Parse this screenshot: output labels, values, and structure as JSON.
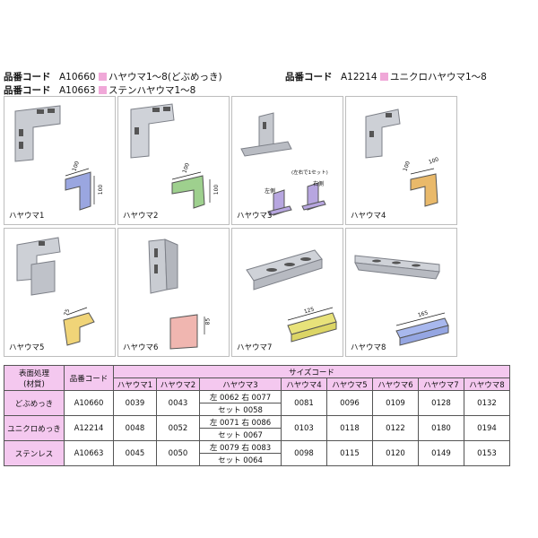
{
  "header": {
    "rows": [
      {
        "label": "品番コード",
        "code": "A10660",
        "name": "ハヤウマ1～8(どぶめっき)"
      },
      {
        "label": "品番コード",
        "code": "A12214",
        "name": "ユニクロハヤウマ1～8"
      },
      {
        "label": "品番コード",
        "code": "A10663",
        "name": "ステンハヤウマ1～8"
      }
    ]
  },
  "products": [
    {
      "name": "ハヤウマ1",
      "dims": [
        "100",
        "100"
      ],
      "color": "#9aa6e0"
    },
    {
      "name": "ハヤウマ2",
      "dims": [
        "100",
        "100"
      ],
      "color": "#9ed08e"
    },
    {
      "name": "ハヤウマ3",
      "dims": [
        "(左右で1セット)",
        "左側",
        "右側"
      ],
      "color": "#b7a6e0"
    },
    {
      "name": "ハヤウマ4",
      "dims": [
        "100",
        "100"
      ],
      "color": "#e9b96a"
    },
    {
      "name": "ハヤウマ5",
      "dims": [
        "75"
      ],
      "color": "#f0d478"
    },
    {
      "name": "ハヤウマ6",
      "dims": [
        "85"
      ],
      "color": "#f0b6b0"
    },
    {
      "name": "ハヤウマ7",
      "dims": [
        "125"
      ],
      "color": "#e8e27a"
    },
    {
      "name": "ハヤウマ8",
      "dims": [
        "165"
      ],
      "color": "#a8b8ee"
    }
  ],
  "table": {
    "h_surface": "表面処理",
    "h_material": "(材質)",
    "h_code": "品番コード",
    "h_size": "サイズコード",
    "cols": [
      "ハヤウマ1",
      "ハヤウマ2",
      "ハヤウマ3",
      "ハヤウマ4",
      "ハヤウマ5",
      "ハヤウマ6",
      "ハヤウマ7",
      "ハヤウマ8"
    ],
    "rows": [
      {
        "finish": "どぶめっき",
        "code": "A10660",
        "c1": "0039",
        "c2": "0043",
        "lr": "左 0062  右 0077",
        "set": "セット 0058",
        "c4": "0081",
        "c5": "0096",
        "c6": "0109",
        "c7": "0128",
        "c8": "0132"
      },
      {
        "finish": "ユニクロめっき",
        "code": "A12214",
        "c1": "0048",
        "c2": "0052",
        "lr": "左 0071  右 0086",
        "set": "セット 0067",
        "c4": "0103",
        "c5": "0118",
        "c6": "0122",
        "c7": "0180",
        "c8": "0194"
      },
      {
        "finish": "ステンレス",
        "code": "A10663",
        "c1": "0045",
        "c2": "0050",
        "lr": "左 0079  右 0083",
        "set": "セット 0064",
        "c4": "0098",
        "c5": "0115",
        "c6": "0120",
        "c7": "0149",
        "c8": "0153"
      }
    ]
  }
}
